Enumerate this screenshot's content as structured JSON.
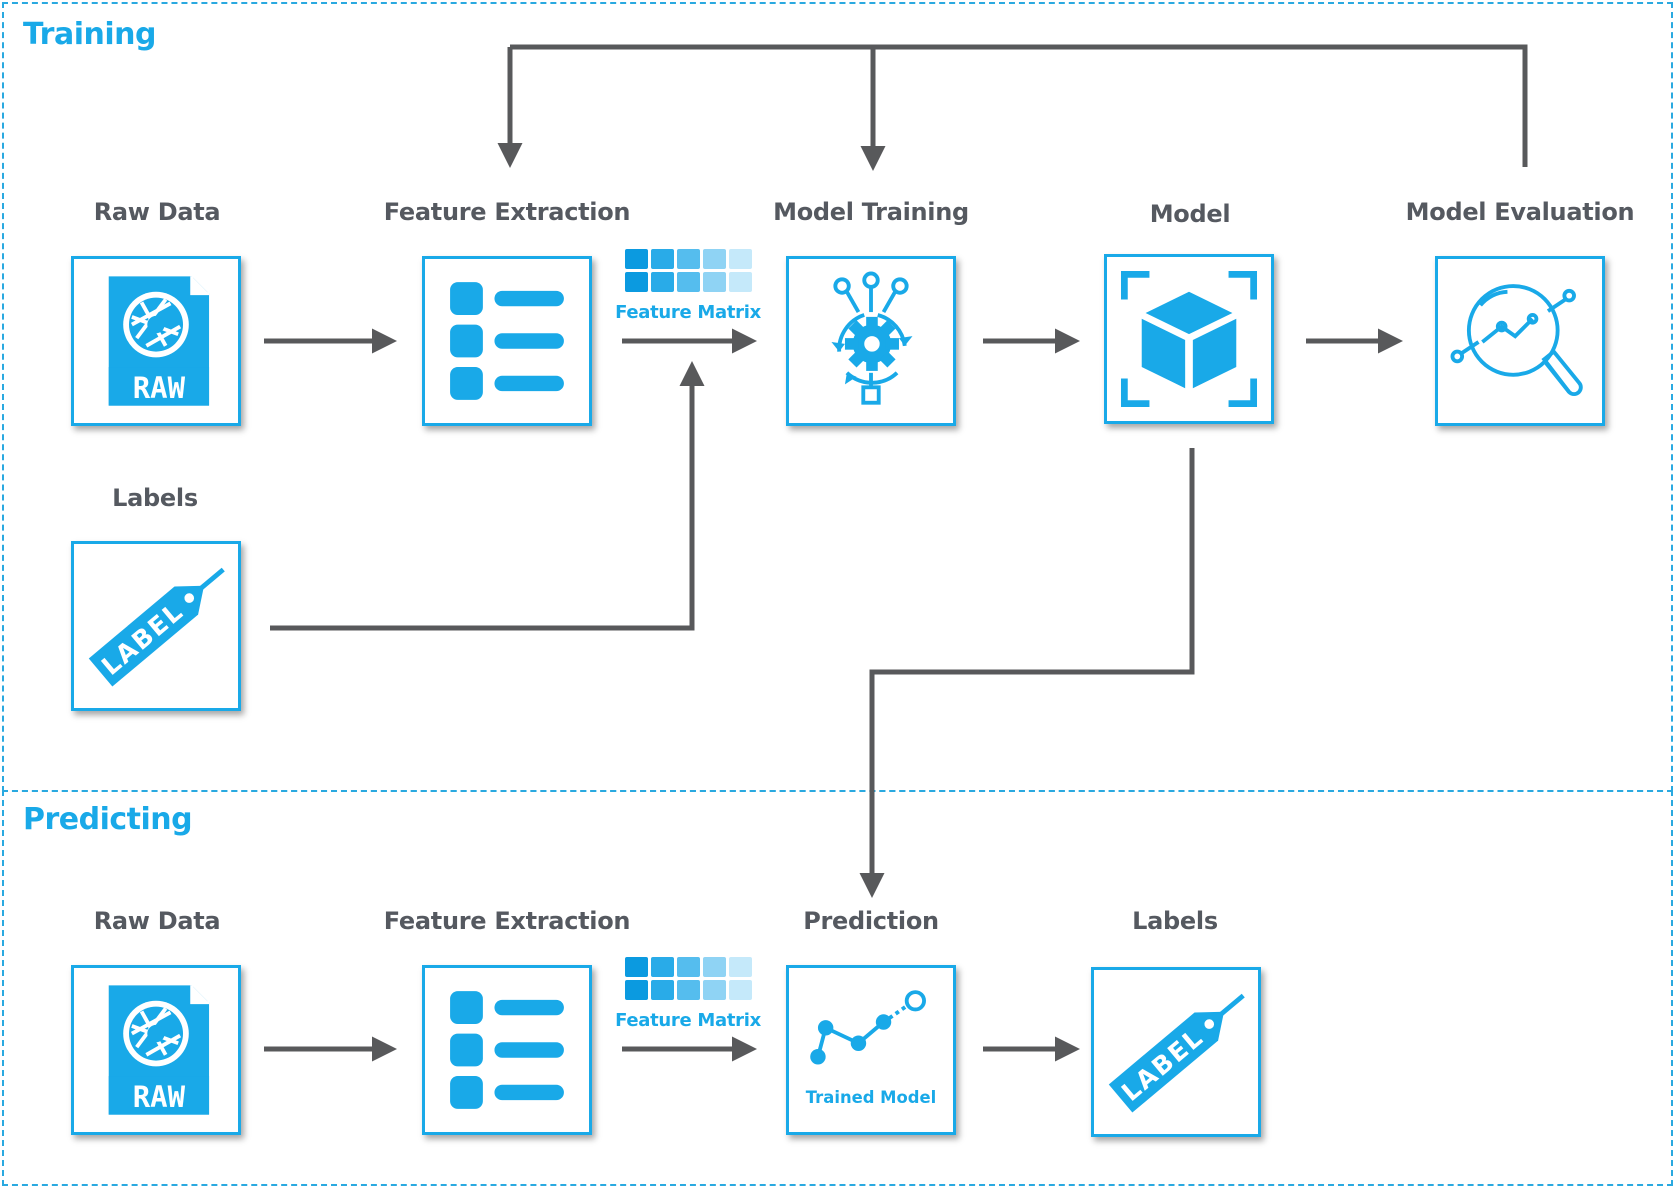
{
  "sections": {
    "training": "Training",
    "predicting": "Predicting"
  },
  "training": {
    "raw_data": "Raw Data",
    "feature_extraction": "Feature Extraction",
    "model_training": "Model Training",
    "model": "Model",
    "model_evaluation": "Model Evaluation",
    "labels": "Labels",
    "feature_matrix": "Feature Matrix"
  },
  "predicting": {
    "raw_data": "Raw Data",
    "feature_extraction": "Feature Extraction",
    "prediction": "Prediction",
    "labels": "Labels",
    "feature_matrix": "Feature Matrix",
    "trained_model": "Trained Model"
  },
  "icons": {
    "raw_file_text": "RAW",
    "label_tag_text": "LABEL"
  },
  "colors": {
    "accent": "#19a9e8",
    "connector": "#58595b",
    "label_text": "#555960",
    "matrix_shades": [
      "#0b9ae0",
      "#29abe8",
      "#55bdee",
      "#8fd3f4",
      "#c5e9fa"
    ]
  }
}
